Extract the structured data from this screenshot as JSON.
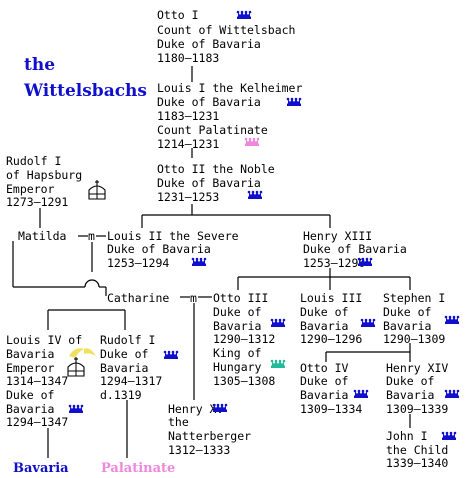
{
  "title": {
    "line1": "the",
    "line2": "Wittelsbachs"
  },
  "colors": {
    "bavaria": "#1010cc",
    "palatinate": "#ee88dd",
    "hungary": "#22bb99",
    "empire": "#f0e060",
    "lines": "#000000"
  },
  "people": {
    "otto1": [
      "Otto I",
      "Count of Wittelsbach",
      "Duke of Bavaria",
      "1180–1183"
    ],
    "louis1": [
      "Louis I the Kelheimer",
      "Duke of Bavaria",
      "1183–1231",
      "Count Palatinate",
      "1214–1231"
    ],
    "otto2": [
      "Otto II the Noble",
      "Duke of Bavaria",
      "1231–1253"
    ],
    "rudolf_hapsburg": [
      "Rudolf I",
      "of Hapsburg",
      "Emperor",
      "1273–1291"
    ],
    "matilda": "Matilda",
    "marriage": "m",
    "louis2": "Louis II the Severe",
    "louis2_rest": [
      "Duke of Bavaria",
      "1253–1294"
    ],
    "henry13": [
      "Henry XIII",
      "Duke of Bavaria",
      "1253–1290"
    ],
    "catharine": "Catharine",
    "otto3": [
      "Otto III",
      "Duke of",
      "Bavaria",
      "1290–1312",
      "King of",
      "Hungary",
      "1305–1308"
    ],
    "louis3": [
      "Louis III",
      "Duke of",
      "Bavaria",
      "1290–1296"
    ],
    "stephen1": [
      "Stephen I",
      "Duke of",
      "Bavaria",
      "1290–1309"
    ],
    "louis4": [
      "Louis IV of",
      "Bavaria",
      "Emperor",
      "1314–1347",
      "Duke of",
      "Bavaria",
      "1294–1347"
    ],
    "rudolf1": [
      "Rudolf I",
      "Duke of",
      "Bavaria",
      "1294–1317",
      "d.1319"
    ],
    "henry15": [
      "Henry XV",
      "the",
      "Natterberger",
      "1312–1333"
    ],
    "otto4": [
      "Otto IV",
      "Duke of",
      "Bavaria",
      "1309–1334"
    ],
    "henry14": [
      "Henry XIV",
      "Duke of",
      "Bavaria",
      "1309–1339"
    ],
    "john1": [
      "John I",
      "the Child",
      "1339–1340"
    ],
    "lines": {
      "bavaria": "Bavaria",
      "palatinate": "Palatinate"
    }
  },
  "icons": {
    "otto1": "bavaria-crown-icon",
    "louis1_duke": "bavaria-crown-icon",
    "louis1_palatine": "palatinate-crown-icon",
    "otto2": "bavaria-crown-icon",
    "rudolf_hapsburg": "imperial-crown-icon",
    "louis2": "bavaria-crown-icon",
    "henry13": "bavaria-crown-icon",
    "otto3_duke": "bavaria-crown-icon",
    "otto3_king": "hungary-crown-icon",
    "louis3": "bavaria-crown-icon",
    "stephen1": "bavaria-crown-icon",
    "louis4_emperor_wreath": "laurel-wreath-icon",
    "louis4_emperor": "imperial-crown-icon",
    "louis4_duke": "bavaria-crown-icon",
    "rudolf1": "bavaria-crown-icon",
    "henry15": "bavaria-crown-icon",
    "otto4": "bavaria-crown-icon",
    "henry14": "bavaria-crown-icon",
    "john1": "bavaria-crown-icon"
  }
}
